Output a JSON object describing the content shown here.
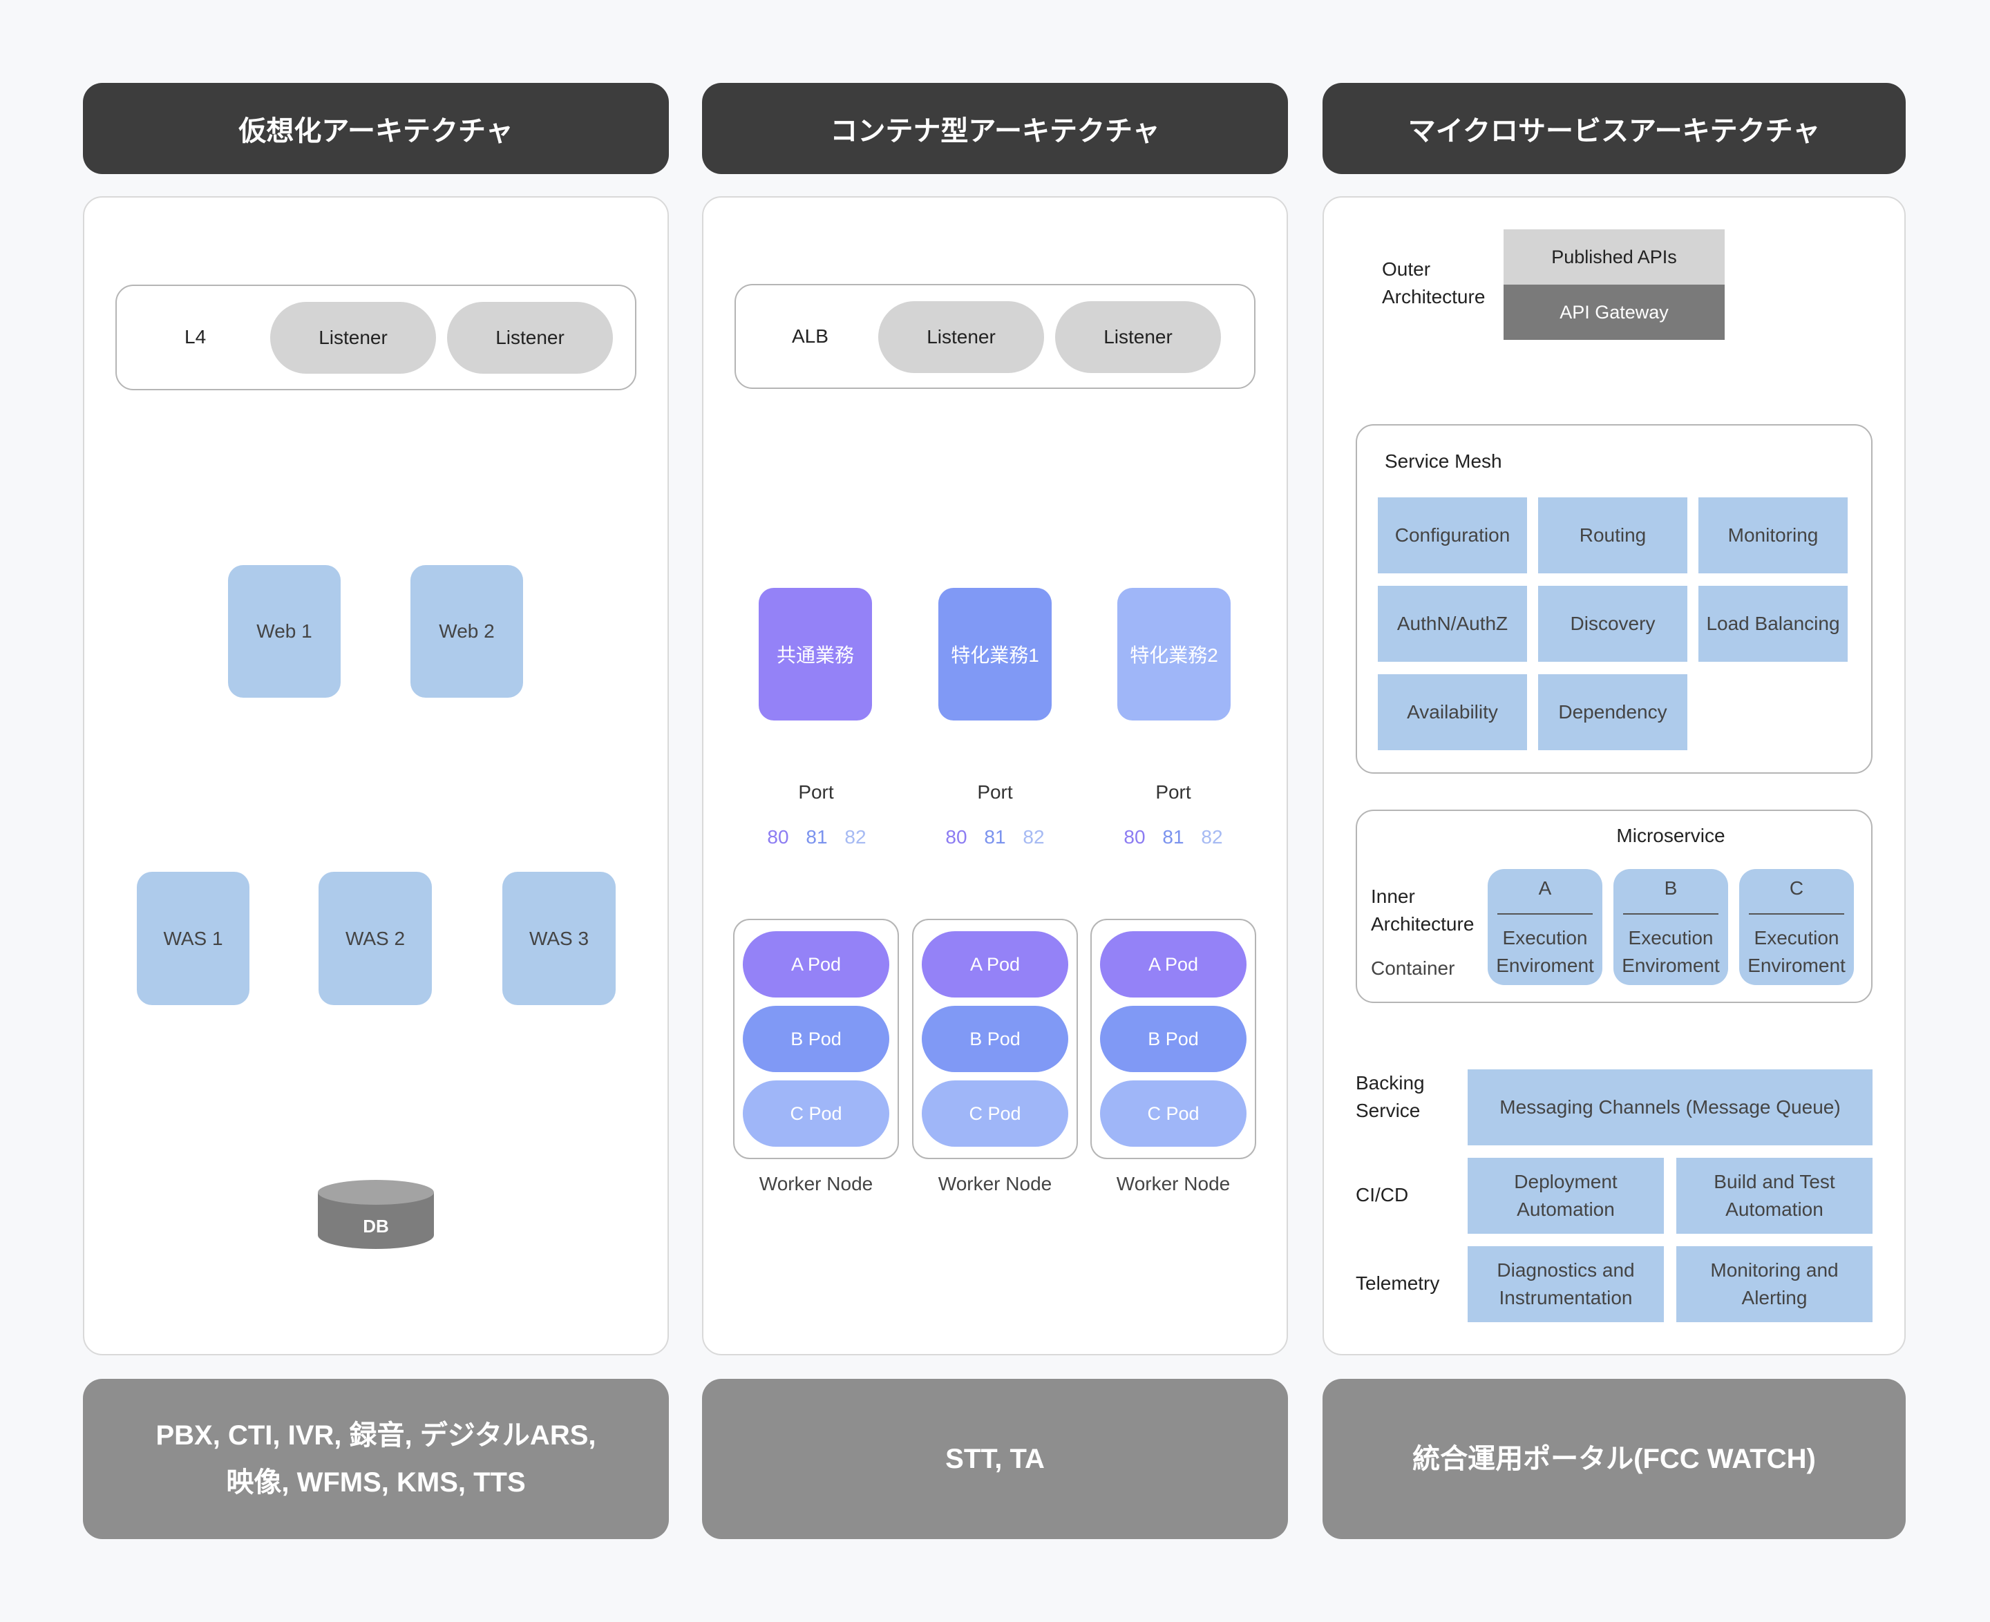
{
  "headers": [
    "仮想化アーキテクチャ",
    "コンテナ型アーキテクチャ",
    "マイクロサービスアーキテクチャ"
  ],
  "footers": {
    "virtual": [
      "PBX, CTI, IVR, 録音, デジタルARS,",
      "映像, WFMS, KMS, TTS"
    ],
    "container": "STT, TA",
    "micro": "統合運用ポータル(FCC WATCH)"
  },
  "virtual": {
    "lb": "L4",
    "listeners": [
      "Listener",
      "Listener"
    ],
    "webs": [
      "Web 1",
      "Web 2"
    ],
    "was": [
      "WAS 1",
      "WAS 2",
      "WAS 3"
    ],
    "db": "DB"
  },
  "container": {
    "lb": "ALB",
    "listeners": [
      "Listener",
      "Listener"
    ],
    "tasks": [
      "共通業務",
      "特化業務1",
      "特化業務2"
    ],
    "port_label": "Port",
    "ports": [
      "80",
      "81",
      "82"
    ],
    "pods": [
      "A Pod",
      "B Pod",
      "C Pod"
    ],
    "node_label": "Worker Node"
  },
  "micro": {
    "outer_label": [
      "Outer",
      "Architecture"
    ],
    "published_apis": "Published APIs",
    "api_gateway": "API Gateway",
    "mesh_title": "Service Mesh",
    "mesh_items": [
      "Configuration",
      "Routing",
      "Monitoring",
      "AuthN/AuthZ",
      "Discovery",
      "Load Balancing",
      "Availability",
      "Dependency"
    ],
    "microservice_label": "Microservice",
    "inner_label": [
      "Inner",
      "Architecture"
    ],
    "container_label": "Container",
    "services": [
      {
        "letter": "A",
        "text": [
          "Execution",
          "Enviroment"
        ]
      },
      {
        "letter": "B",
        "text": [
          "Execution",
          "Enviroment"
        ]
      },
      {
        "letter": "C",
        "text": [
          "Execution",
          "Enviroment"
        ]
      }
    ],
    "backing_label": [
      "Backing",
      "Service"
    ],
    "messaging": "Messaging Channels (Message Queue)",
    "cicd_label": "CI/CD",
    "cicd": [
      [
        "Deployment",
        "Automation"
      ],
      [
        "Build and Test",
        "Automation"
      ]
    ],
    "telemetry_label": "Telemetry",
    "telemetry": [
      [
        "Diagnostics and",
        "Instrumentation"
      ],
      [
        "Monitoring and",
        "Alerting"
      ]
    ]
  },
  "colors": {
    "header": "#3d3d3d",
    "footer": "#8e8e8e",
    "blue_box": "#aecbeb",
    "pill": "#d4d4d4",
    "task": [
      "#9482f7",
      "#8099f5",
      "#9fb6f8"
    ],
    "pod": [
      "#9482f7",
      "#8099f5",
      "#9fb6f8"
    ],
    "port": [
      "#8c7cf2",
      "#7b93ee",
      "#a6baf3"
    ]
  }
}
